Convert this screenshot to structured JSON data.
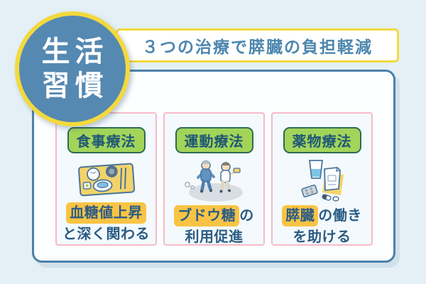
{
  "colors": {
    "page-bg": "#e4f0f6",
    "circle-blue": "#5589b2",
    "accent-yellow": "#f3d93d",
    "highlight-yellow": "#f9c445",
    "pink-border": "#f6bac8",
    "green-label-bg": "#a2d45a",
    "green-label-border": "#2e6b53",
    "text-blue": "#2b5c84",
    "banner-text-blue": "#4d86ae",
    "main-border-blue": "#4d80a9"
  },
  "badge": {
    "line1": "生活",
    "line2": "習慣"
  },
  "banner": {
    "title": "３つの治療で膵臓の負担軽減"
  },
  "cards": [
    {
      "label": "食事療法",
      "icon": "meal-tray-icon",
      "highlight": "血糖値上昇",
      "after_highlight": "",
      "line2": "と深く関わる"
    },
    {
      "label": "運動療法",
      "icon": "jogging-icon",
      "highlight": "ブドウ糖",
      "after_highlight": "の",
      "line2": "利用促進"
    },
    {
      "label": "薬物療法",
      "icon": "medicine-icon",
      "highlight": "膵臓",
      "after_highlight": "の働き",
      "line2": "を助ける"
    }
  ]
}
